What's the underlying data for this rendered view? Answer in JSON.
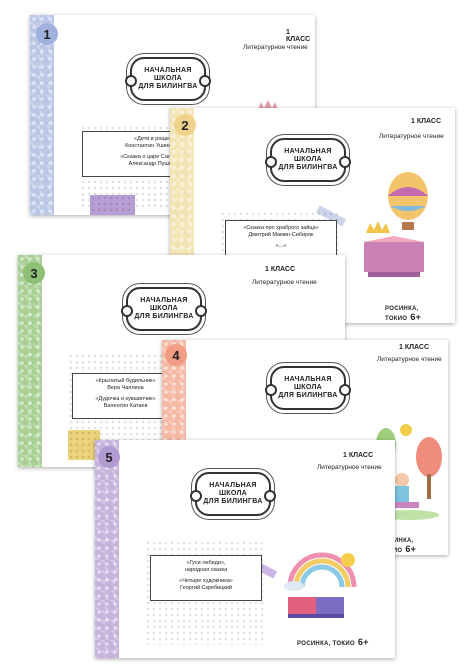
{
  "publisher": "РОСИНКА, ТОКИО",
  "age": "6+",
  "series_title_lines": [
    "НАЧАЛЬНАЯ",
    "ШКОЛА",
    "ДЛЯ БИЛИНГВА"
  ],
  "cards": [
    {
      "number": "1",
      "grade": "1 КЛАСС",
      "subject": "Литературное чтение",
      "books": [
        "«Дети в роще»\nКонстантин Ушинский",
        "«Сказка о царе Салтане»\nАлександр Пушкин"
      ],
      "color": "#b9c6e6"
    },
    {
      "number": "2",
      "grade": "1 КЛАСС",
      "subject": "Литературное чтение",
      "books": [
        "«Сказка про храброго зайца»\nДмитрий Мамин-Сибиряк",
        "«...»"
      ],
      "color": "#f3e4b3"
    },
    {
      "number": "3",
      "grade": "1 КЛАСС",
      "subject": "Литературное чтение",
      "books": [
        "«Крылатый будильник»\nВера Чаплина",
        "«Дудочка и кувшинчик»\nВалентин Катаев"
      ],
      "color": "#a9cf95"
    },
    {
      "number": "4",
      "grade": "1 КЛАСС",
      "subject": "Литературное чтение",
      "books": [],
      "color": "#f5b8a3"
    },
    {
      "number": "5",
      "grade": "1 КЛАСС",
      "subject": "Литературное чтение",
      "books": [
        "«Гуси-лебеди»,\nнародная сказка",
        "«Четыре художника»\nГеоргий Скребицкий"
      ],
      "color": "#c5b3dc"
    }
  ]
}
